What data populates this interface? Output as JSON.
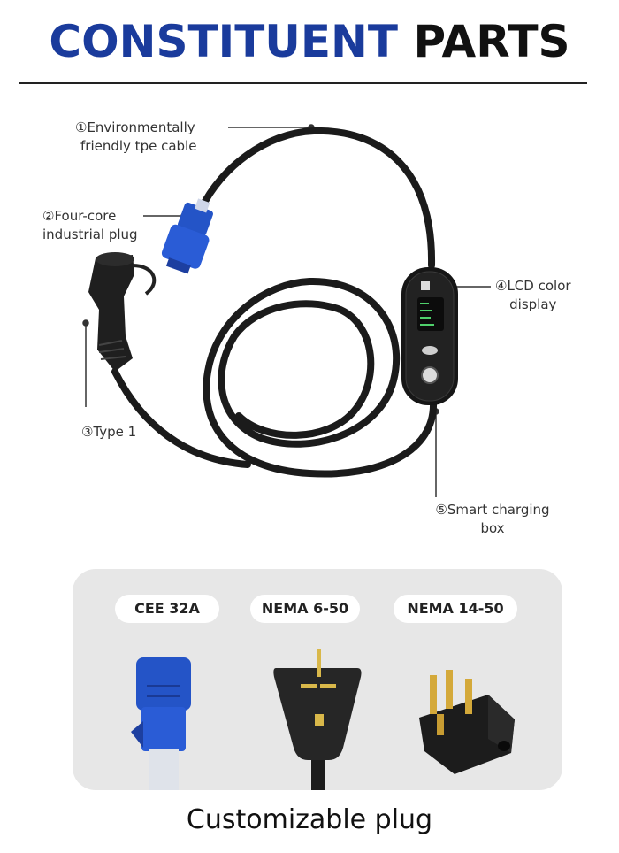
{
  "header": {
    "title_part1": "CONSTITUENT",
    "title_part2": "PARTS"
  },
  "parts": [
    {
      "line1": "①Environmentally",
      "line2": "friendly tpe cable"
    },
    {
      "line1": "②Four-core",
      "line2": "industrial plug"
    },
    {
      "line1": "③Type 1",
      "line2": ""
    },
    {
      "line1": "④LCD color",
      "line2": "display"
    },
    {
      "line1": "⑤Smart charging",
      "line2": "box"
    }
  ],
  "plugs": [
    {
      "label": "CEE 32A",
      "icon": "cee-plug-icon"
    },
    {
      "label": "NEMA 6-50",
      "icon": "nema-6-50-plug-icon"
    },
    {
      "label": "NEMA 14-50",
      "icon": "nema-14-50-plug-icon"
    }
  ],
  "footer": {
    "caption": "Customizable plug"
  },
  "colors": {
    "title_blue": "#1a3b9c",
    "title_dark": "#111111",
    "plug_blue": "#2454c7",
    "panel": "#e7e7e7"
  }
}
